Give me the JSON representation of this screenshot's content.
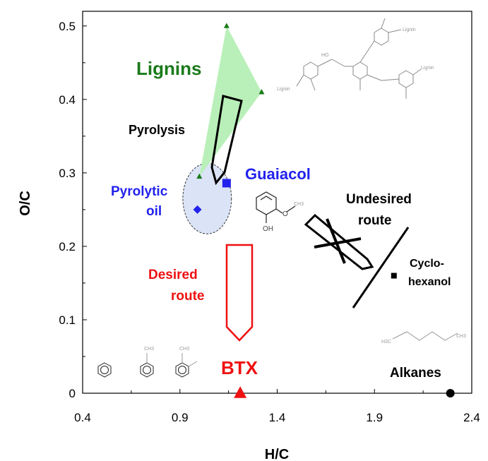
{
  "chart_data": {
    "type": "scatter",
    "xlabel": "H/C",
    "ylabel": "O/C",
    "xlim": [
      0.4,
      2.4
    ],
    "ylim": [
      0,
      0.52
    ],
    "x_ticks": [
      "0.4",
      "0.9",
      "1.4",
      "1.9",
      "2.4"
    ],
    "x_tick_values": [
      0.4,
      0.9,
      1.4,
      1.9,
      2.4
    ],
    "y_ticks": [
      "0",
      "0.1",
      "0.2",
      "0.3",
      "0.4",
      "0.5"
    ],
    "y_tick_values": [
      0,
      0.1,
      0.2,
      0.3,
      0.4,
      0.5
    ],
    "grid": false,
    "lignins_region": {
      "color": "#b9f0b9",
      "points": [
        {
          "x": 1.14,
          "y": 0.5
        },
        {
          "x": 1.32,
          "y": 0.41
        },
        {
          "x": 1.0,
          "y": 0.295
        }
      ]
    },
    "points": [
      {
        "name": "lignin-1",
        "x": 1.14,
        "y": 0.5,
        "marker": "triangle",
        "color": "#1a7a1a",
        "size": "small"
      },
      {
        "name": "lignin-2",
        "x": 1.32,
        "y": 0.41,
        "marker": "triangle",
        "color": "#1a7a1a",
        "size": "small"
      },
      {
        "name": "lignin-3",
        "x": 1.0,
        "y": 0.295,
        "marker": "triangle",
        "color": "#1a7a1a",
        "size": "small"
      },
      {
        "name": "guaiacol",
        "x": 1.14,
        "y": 0.286,
        "marker": "square",
        "color": "#2222ee",
        "size": "medium"
      },
      {
        "name": "pyrolytic-oil",
        "x": 0.99,
        "y": 0.25,
        "marker": "diamond",
        "color": "#2222ee",
        "size": "medium"
      },
      {
        "name": "cyclohexanol",
        "x": 2.0,
        "y": 0.16,
        "marker": "square",
        "color": "#000000",
        "size": "small"
      },
      {
        "name": "btx",
        "x": 1.21,
        "y": 0.0,
        "marker": "triangle",
        "color": "#ee1111",
        "size": "large"
      },
      {
        "name": "alkanes",
        "x": 2.29,
        "y": 0.0,
        "marker": "circle",
        "color": "#000000",
        "size": "medium"
      }
    ],
    "pyrolytic_oil_region": {
      "cx": 1.04,
      "cy": 0.265,
      "rx": 0.125,
      "ry": 0.048,
      "color": "#dbe3f7"
    },
    "annotations": [
      {
        "id": "lignins",
        "text": "Lignins",
        "color": "#1a7a1a"
      },
      {
        "id": "pyrolysis",
        "text": "Pyrolysis",
        "color": "#000000"
      },
      {
        "id": "guaiacol",
        "text": "Guaiacol",
        "color": "#2222ee"
      },
      {
        "id": "pyrolytic_1",
        "text": "Pyrolytic",
        "color": "#2222ee"
      },
      {
        "id": "pyrolytic_2",
        "text": "oil",
        "color": "#2222ee"
      },
      {
        "id": "undesired_1",
        "text": "Undesired",
        "color": "#000000"
      },
      {
        "id": "undesired_2",
        "text": "route",
        "color": "#000000"
      },
      {
        "id": "desired_1",
        "text": "Desired",
        "color": "#ee1111"
      },
      {
        "id": "desired_2",
        "text": "route",
        "color": "#ee1111"
      },
      {
        "id": "cyclo_1",
        "text": "Cyclo-",
        "color": "#000000"
      },
      {
        "id": "cyclo_2",
        "text": "hexanol",
        "color": "#000000"
      },
      {
        "id": "btx",
        "text": "BTX",
        "color": "#ee1111"
      },
      {
        "id": "alkanes",
        "text": "Alkanes",
        "color": "#000000"
      }
    ],
    "structure_labels": {
      "guaiacol_oh": "OH",
      "guaiacol_o": "O",
      "methyl": "CH3",
      "h3c": "H3C",
      "lignin": "Lignin",
      "ho": "HO"
    }
  }
}
